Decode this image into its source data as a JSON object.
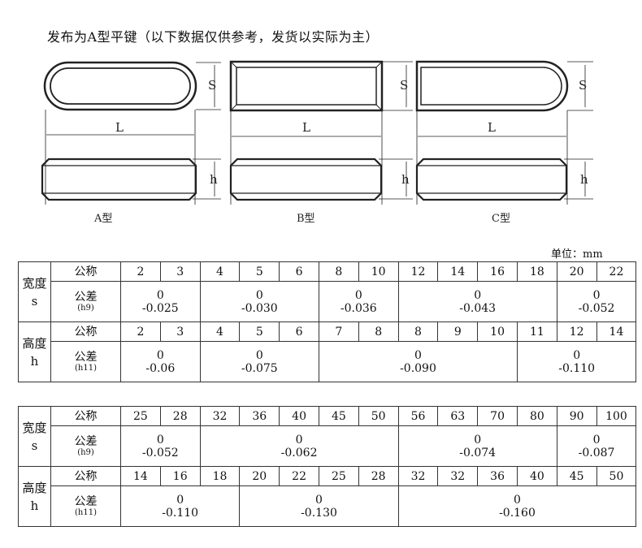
{
  "title": "发布为A型平键（以下数据仅供参考，发货以实际为主）",
  "drawing": {
    "dim_s": "S",
    "dim_l": "L",
    "dim_h": "h",
    "types": [
      "A型",
      "B型",
      "C型"
    ]
  },
  "unit": "单位：mm",
  "labels": {
    "width": "宽度",
    "width_sym": "s",
    "height": "高度",
    "height_sym": "h",
    "nominal": "公称",
    "tolerance": "公差",
    "h9": "(h9)",
    "h11": "(h11)"
  },
  "tables": [
    {
      "width_nominal": [
        "2",
        "3",
        "4",
        "5",
        "6",
        "8",
        "10",
        "12",
        "14",
        "16",
        "18",
        "20",
        "22"
      ],
      "width_tol": [
        {
          "span": 2,
          "upper": "0",
          "lower": "-0.025"
        },
        {
          "span": 3,
          "upper": "0",
          "lower": "-0.030"
        },
        {
          "span": 2,
          "upper": "0",
          "lower": "-0.036"
        },
        {
          "span": 4,
          "upper": "0",
          "lower": "-0.043"
        },
        {
          "span": 2,
          "upper": "0",
          "lower": "-0.052"
        }
      ],
      "height_nominal": [
        "2",
        "3",
        "4",
        "5",
        "6",
        "7",
        "8",
        "8",
        "9",
        "10",
        "11",
        "12",
        "14"
      ],
      "height_tol": [
        {
          "span": 2,
          "upper": "0",
          "lower": "-0.06"
        },
        {
          "span": 3,
          "upper": "0",
          "lower": "-0.075"
        },
        {
          "span": 5,
          "upper": "0",
          "lower": "-0.090"
        },
        {
          "span": 3,
          "upper": "0",
          "lower": "-0.110"
        }
      ]
    },
    {
      "width_nominal": [
        "25",
        "28",
        "32",
        "36",
        "40",
        "45",
        "50",
        "56",
        "63",
        "70",
        "80",
        "90",
        "100"
      ],
      "width_tol": [
        {
          "span": 2,
          "upper": "0",
          "lower": "-0.052"
        },
        {
          "span": 5,
          "upper": "0",
          "lower": "-0.062"
        },
        {
          "span": 4,
          "upper": "0",
          "lower": "-0.074"
        },
        {
          "span": 2,
          "upper": "0",
          "lower": "-0.087"
        }
      ],
      "height_nominal": [
        "14",
        "16",
        "18",
        "20",
        "22",
        "25",
        "28",
        "32",
        "32",
        "36",
        "40",
        "45",
        "50"
      ],
      "height_tol": [
        {
          "span": 3,
          "upper": "0",
          "lower": "-0.110"
        },
        {
          "span": 4,
          "upper": "0",
          "lower": "-0.130"
        },
        {
          "span": 6,
          "upper": "0",
          "lower": "-0.160"
        }
      ]
    }
  ]
}
